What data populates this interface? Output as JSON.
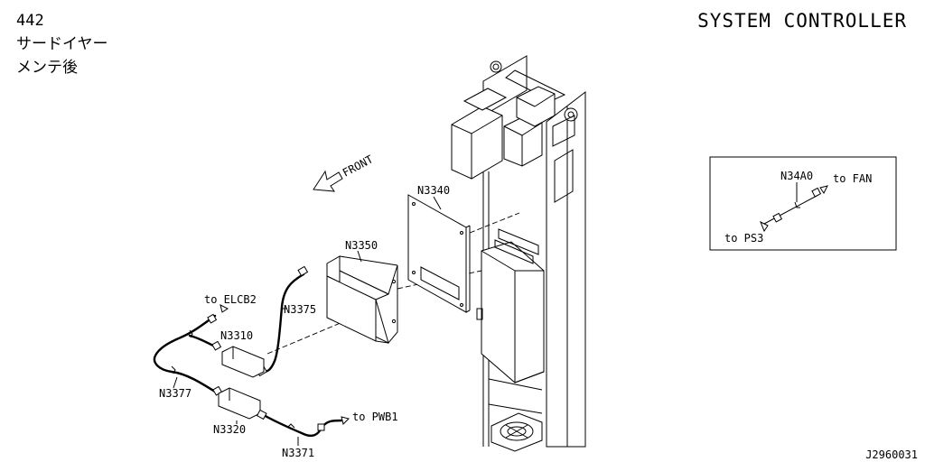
{
  "header": {
    "code": "442",
    "line1": "サードイヤー",
    "line2": "メンテ後"
  },
  "title": "SYSTEM CONTROLLER",
  "figure_id": "J2960031",
  "direction_label": "FRONT",
  "parts": {
    "n3340": "N3340",
    "n3350": "N3350",
    "n3375": "N3375",
    "n3310": "N3310",
    "n3377": "N3377",
    "n3320": "N3320",
    "n3371": "N3371",
    "n34a0": "N34A0"
  },
  "destinations": {
    "elcb2": "to ELCB2",
    "pwb1": "to PWB1",
    "fan": "to FAN",
    "ps3": "to PS3"
  }
}
